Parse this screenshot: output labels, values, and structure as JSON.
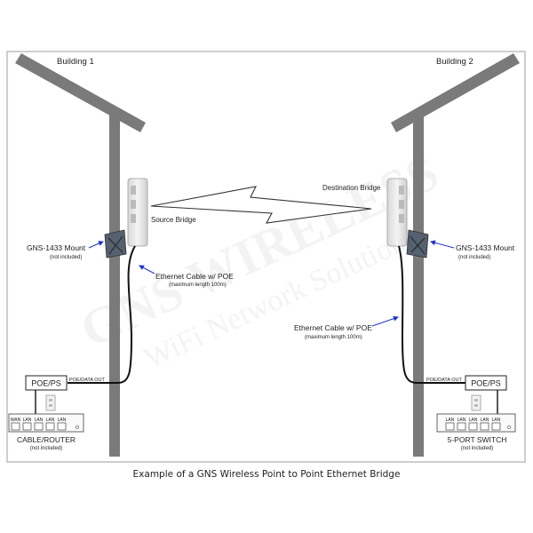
{
  "buildings": {
    "left": {
      "name": "Building 1"
    },
    "right": {
      "name": "Building 2"
    }
  },
  "bridges": {
    "source": {
      "label": "Source Bridge"
    },
    "destination": {
      "label": "Destination Bridge"
    }
  },
  "mounts": {
    "left": {
      "label": "GNS-1433 Mount",
      "note": "(not included)"
    },
    "right": {
      "label": "GNS-1433 Mount",
      "note": "(not included)"
    }
  },
  "cables": {
    "left": {
      "label": "Ethernet Cable w/ POE",
      "note": "(maximum length 100m)"
    },
    "right": {
      "label": "Ethernet Cable w/ POE",
      "note": "(maximum length 100m)"
    }
  },
  "poe": {
    "left": {
      "box": "POE/PS",
      "out": "POE/DATA OUT"
    },
    "right": {
      "box": "POE/PS",
      "out": "POE/DATA OUT"
    }
  },
  "devices": {
    "router": {
      "label": "CABLE/ROUTER",
      "note": "(not included)",
      "ports": [
        "WAN",
        "LAN",
        "LAN",
        "LAN",
        "LAN"
      ]
    },
    "switch": {
      "label": "5-PORT SWITCH",
      "note": "(not included)",
      "ports": [
        "LAN",
        "LAN",
        "LAN",
        "LAN",
        "LAN"
      ]
    }
  },
  "watermark": {
    "line1": "GNS WIRELESS",
    "line2": "WiFi Network Solutions"
  },
  "caption": "Example of a GNS Wireless Point to Point Ethernet Bridge",
  "colors": {
    "pole": "#777777",
    "frame": "#bdbdbd",
    "arrow": "#2233cc",
    "cable": "#111111"
  }
}
